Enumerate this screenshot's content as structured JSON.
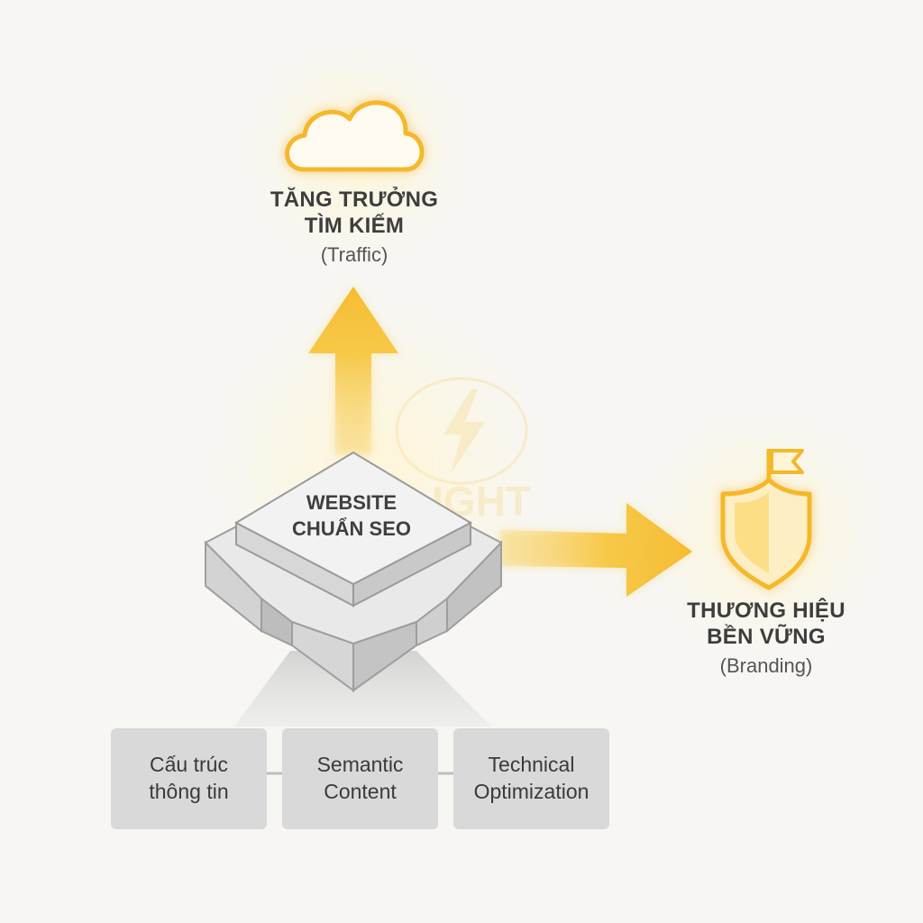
{
  "diagram": {
    "center_block": {
      "line1": "WEBSITE",
      "line2": "CHUẨN SEO"
    },
    "growth": {
      "icon": "cloud-icon",
      "title_line1": "TĂNG TRƯỞNG",
      "title_line2": "TÌM KIẾM",
      "subtitle": "(Traffic)"
    },
    "branding": {
      "icon": "shield-flag-icon",
      "title_line1": "THƯƠNG HIỆU",
      "title_line2": "BỀN VỮNG",
      "subtitle": "(Branding)"
    },
    "pillars": [
      {
        "line1": "Cấu trúc",
        "line2": "thông tin"
      },
      {
        "line1": "Semantic",
        "line2": "Content"
      },
      {
        "line1": "Technical",
        "line2": "Optimization"
      }
    ],
    "watermark": "LIGHT"
  },
  "colors": {
    "background": "#f7f6f2",
    "accent": "#f5b82a",
    "block_light": "#ececec",
    "block_mid": "#d9d9d9",
    "block_dark": "#c8c8c8",
    "text": "#3d3d3d"
  }
}
